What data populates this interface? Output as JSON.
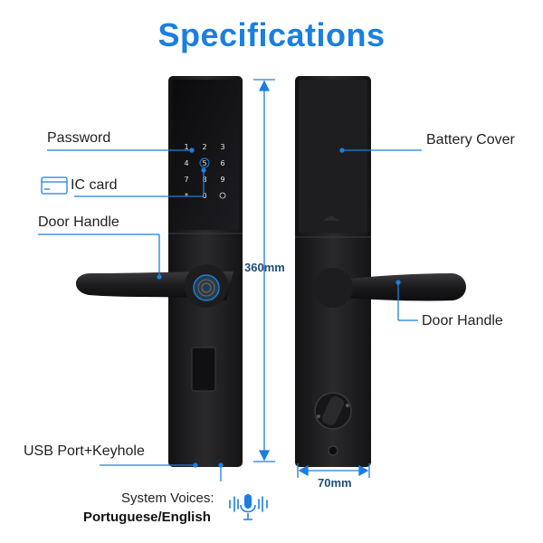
{
  "title": "Specifications",
  "labels": {
    "password": "Password",
    "ic_card": "IC card",
    "door_handle_left": "Door Handle",
    "usb_port": "USB Port+Keyhole",
    "battery_cover": "Battery Cover",
    "door_handle_right": "Door Handle"
  },
  "dimensions": {
    "height": "360mm",
    "width": "70mm"
  },
  "voice": {
    "line1": "System Voices:",
    "line2": "Portuguese/English"
  },
  "keypad": [
    "1",
    "2",
    "3",
    "4",
    "5",
    "6",
    "7",
    "8",
    "9",
    "*",
    "0"
  ],
  "colors": {
    "accent": "#1a7fe0",
    "line": "#1a7fe0",
    "lock_body": "#1c1c1e"
  }
}
